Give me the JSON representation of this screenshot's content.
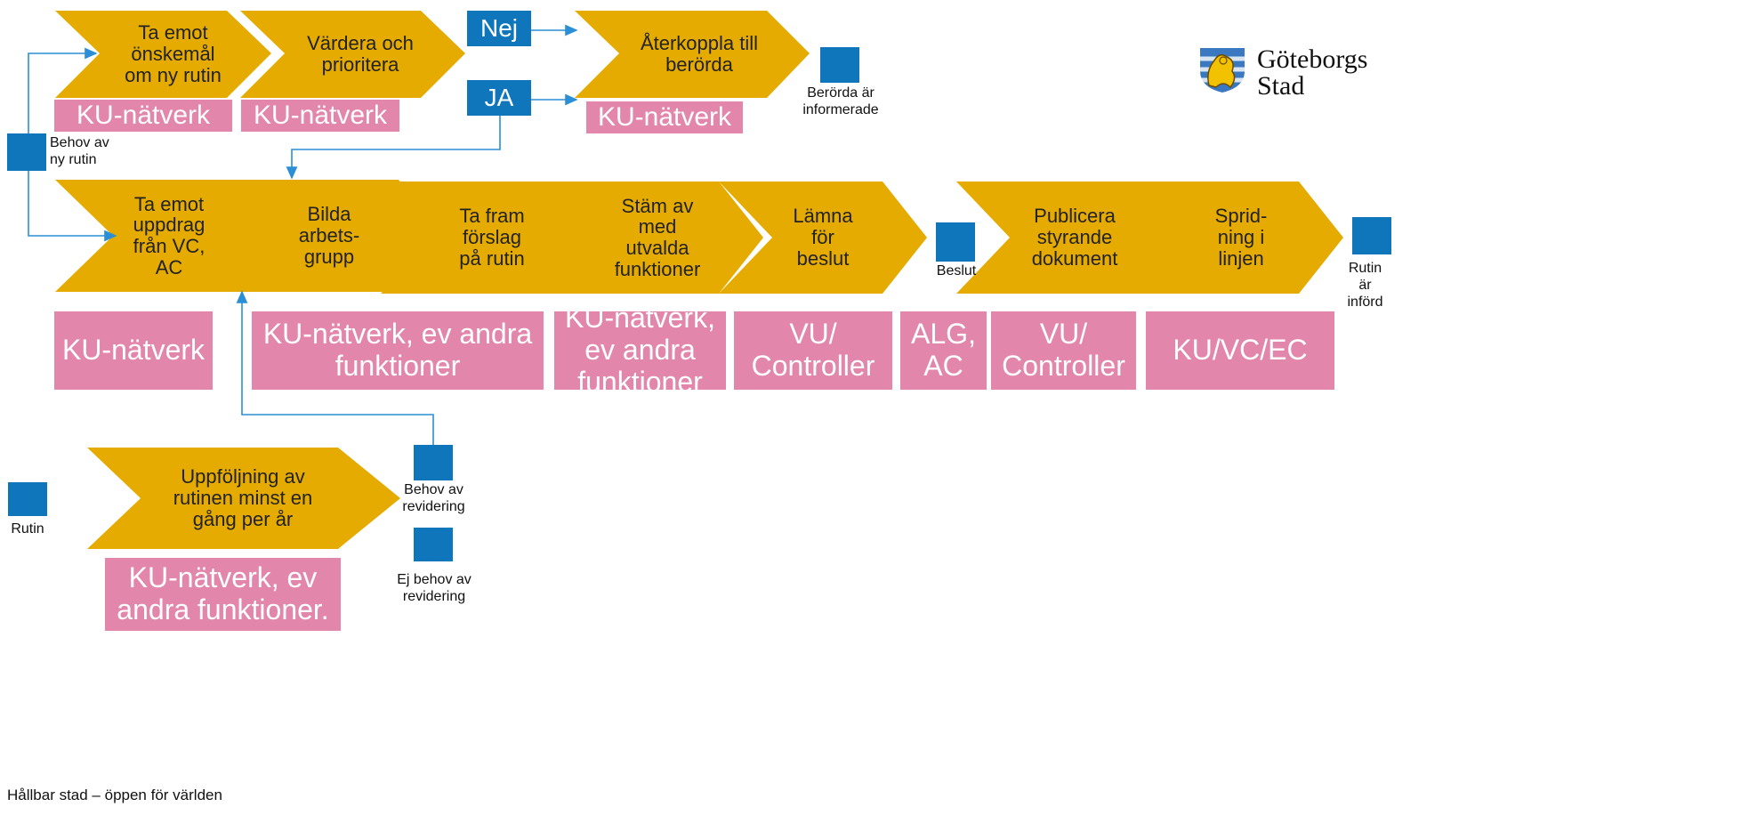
{
  "colors": {
    "step": "#e5ab00",
    "role": "#e386ac",
    "marker": "#0f76bb",
    "arrow": "#2a8fd6"
  },
  "logo": {
    "text": "Göteborgs\nStad",
    "icon": "goteborg-lion-crest-icon"
  },
  "top_row": {
    "steps": [
      "Ta emot\nönskemål\nom ny rutin",
      "Värdera och\nprioritera",
      "Återkoppla till\nberörda"
    ],
    "roles": [
      "KU-nätverk",
      "KU-nätverk",
      "KU-nätverk"
    ],
    "decision_no": "Nej",
    "decision_yes": "JA",
    "end_label": "Berörda är\ninformerade"
  },
  "start_label": "Behov av\nny rutin",
  "main_row": {
    "steps": [
      "Ta emot\nuppdrag\nfrån VC,\nAC",
      "Bilda\narbets-\ngrupp",
      "Ta fram\nförslag\npå rutin",
      "Stäm av\nmed\nutvalda\nfunktioner",
      "Lämna\nför\nbeslut",
      "Publicera\nstyrande\ndokument",
      "Sprid-\nning i\nlinjen"
    ],
    "roles": [
      "KU-nätverk",
      "KU-nätverk, ev andra\nfunktioner",
      "KU-nätverk,\nev andra\nfunktioner",
      "VU/\nController",
      "ALG,\nAC",
      "VU/\nController",
      "KU/VC/EC"
    ],
    "decision_label": "Beslut",
    "end_label": "Rutin\när\ninförd"
  },
  "followup": {
    "start_label": "Rutin",
    "step": "Uppföljning av\nrutinen minst en\ngång per år",
    "role": "KU-nätverk, ev\nandra funktioner.",
    "need_label": "Behov av\nrevidering",
    "no_need_label": "Ej behov av\nrevidering"
  },
  "footer": "Hållbar stad – öppen för världen"
}
